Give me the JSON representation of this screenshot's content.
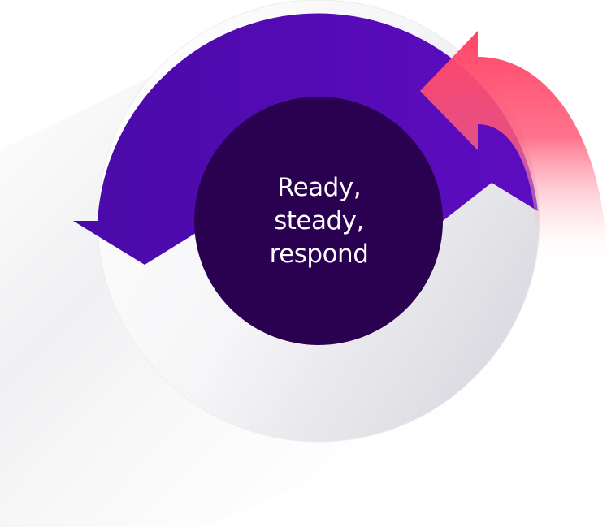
{
  "center_text": {
    "lines": [
      "Ready,",
      "steady,",
      "respond"
    ]
  },
  "colors": {
    "purple_arc": "#5a0bb8",
    "center_circle": "#2a0050",
    "lower_ring": "#f4f4f6",
    "return_arrow": "#ff4d6d",
    "label_text": "#ffffff"
  }
}
